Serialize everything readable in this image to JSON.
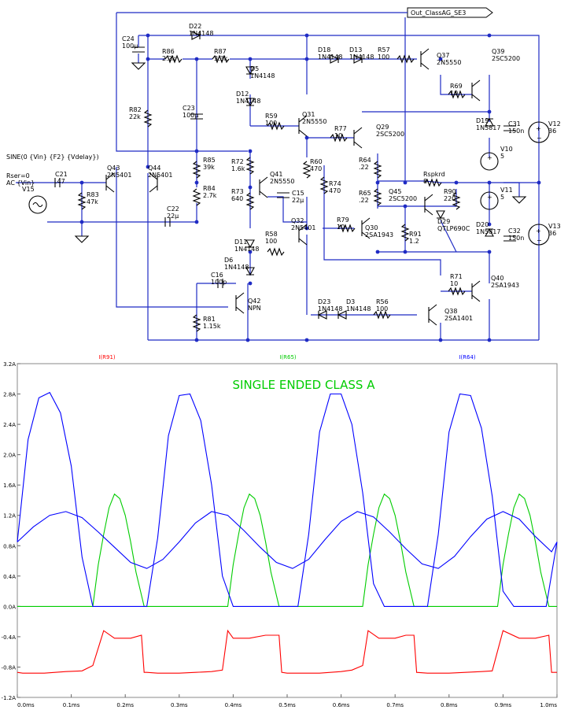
{
  "schematic": {
    "net_label": "Out_ClassAG_SE3",
    "source_expr": "SINE(0 {Vin} {F2} {Vdelay})",
    "source_params": "Rser=0\nAC {Vin}",
    "components": [
      {
        "ref": "C24",
        "value": "100µ"
      },
      {
        "ref": "D22",
        "value": "1N4148"
      },
      {
        "ref": "R86",
        "value": "2.2k"
      },
      {
        "ref": "R87",
        "value": "3.3k"
      },
      {
        "ref": "D5",
        "value": "1N4148"
      },
      {
        "ref": "D12",
        "value": "1N4148"
      },
      {
        "ref": "D18",
        "value": "1N4148"
      },
      {
        "ref": "D13",
        "value": "1N4148"
      },
      {
        "ref": "R57",
        "value": "100"
      },
      {
        "ref": "Q37",
        "value": "2N5550"
      },
      {
        "ref": "Q39",
        "value": "2SC5200"
      },
      {
        "ref": "R69",
        "value": "10"
      },
      {
        "ref": "R82",
        "value": "22k"
      },
      {
        "ref": "C23",
        "value": "100µ"
      },
      {
        "ref": "R59",
        "value": "100"
      },
      {
        "ref": "Q31",
        "value": "2N5550"
      },
      {
        "ref": "R77",
        "value": "10"
      },
      {
        "ref": "Q29",
        "value": "2SC5200"
      },
      {
        "ref": "D19",
        "value": "1N5817"
      },
      {
        "ref": "C31",
        "value": "150n"
      },
      {
        "ref": "V12",
        "value": "36"
      },
      {
        "ref": "V10",
        "value": "5"
      },
      {
        "ref": "R85",
        "value": "39k"
      },
      {
        "ref": "R84",
        "value": "2.7k"
      },
      {
        "ref": "R72",
        "value": "1.6k"
      },
      {
        "ref": "Q41",
        "value": "2N5550"
      },
      {
        "ref": "R73",
        "value": "640"
      },
      {
        "ref": "C15",
        "value": "22µ"
      },
      {
        "ref": "R60",
        "value": "470"
      },
      {
        "ref": "R74",
        "value": "470"
      },
      {
        "ref": "R64",
        "value": ".22"
      },
      {
        "ref": "R65",
        "value": ".22"
      },
      {
        "ref": "Q45",
        "value": "2SC5200"
      },
      {
        "ref": "Rspkrd",
        "value": "8"
      },
      {
        "ref": "R90",
        "value": "220"
      },
      {
        "ref": "V11",
        "value": "5"
      },
      {
        "ref": "V13",
        "value": "36"
      },
      {
        "ref": "V15",
        "value": ""
      },
      {
        "ref": "C21",
        "value": ".47"
      },
      {
        "ref": "R83",
        "value": "47k"
      },
      {
        "ref": "Q43",
        "value": "2N5401"
      },
      {
        "ref": "Q44",
        "value": "2N5401"
      },
      {
        "ref": "C22",
        "value": "22µ"
      },
      {
        "ref": "D11",
        "value": "1N4148"
      },
      {
        "ref": "R58",
        "value": "100"
      },
      {
        "ref": "Q32",
        "value": "2N5401"
      },
      {
        "ref": "D6",
        "value": "1N4148"
      },
      {
        "ref": "R79",
        "value": "10"
      },
      {
        "ref": "Q30",
        "value": "2SA1943"
      },
      {
        "ref": "R91",
        "value": "1.2"
      },
      {
        "ref": "D29",
        "value": "QTLP690C"
      },
      {
        "ref": "D20",
        "value": "1N5817"
      },
      {
        "ref": "C32",
        "value": "150n"
      },
      {
        "ref": "C16",
        "value": "100p"
      },
      {
        "ref": "Q42",
        "value": "NPN"
      },
      {
        "ref": "R81",
        "value": "1.15k"
      },
      {
        "ref": "D23",
        "value": "1N4148"
      },
      {
        "ref": "D3",
        "value": "1N4148"
      },
      {
        "ref": "R56",
        "value": "100"
      },
      {
        "ref": "Q38",
        "value": "2SA1401"
      },
      {
        "ref": "R71",
        "value": "10"
      },
      {
        "ref": "Q40",
        "value": "2SA1943"
      }
    ]
  },
  "chart_data": {
    "type": "line",
    "title": "SINGLE ENDED CLASS A",
    "xlabel": "",
    "ylabel": "",
    "xlim": [
      0.0,
      1.0
    ],
    "ylim": [
      -1.2,
      3.2
    ],
    "x_ticks": [
      "0.0ms",
      "0.1ms",
      "0.2ms",
      "0.3ms",
      "0.4ms",
      "0.5ms",
      "0.6ms",
      "0.7ms",
      "0.8ms",
      "0.9ms",
      "1.0ms"
    ],
    "y_ticks": [
      "3.2A",
      "2.8A",
      "2.4A",
      "2.0A",
      "1.6A",
      "1.2A",
      "0.8A",
      "0.4A",
      "0.0A",
      "-0.4A",
      "-0.8A",
      "-1.2A"
    ],
    "grid": false,
    "legend_placement": "top",
    "series": [
      {
        "name": "I(R91)",
        "color": "#ff0000",
        "x": [
          0.0,
          0.01,
          0.02,
          0.05,
          0.07,
          0.09,
          0.12,
          0.14,
          0.16,
          0.18,
          0.21,
          0.23,
          0.235,
          0.24,
          0.26,
          0.28,
          0.3,
          0.33,
          0.36,
          0.38,
          0.39,
          0.4,
          0.43,
          0.46,
          0.485,
          0.49,
          0.5,
          0.53,
          0.56,
          0.58,
          0.6,
          0.62,
          0.64,
          0.65,
          0.67,
          0.7,
          0.72,
          0.735,
          0.74,
          0.76,
          0.78,
          0.8,
          0.83,
          0.86,
          0.88,
          0.9,
          0.93,
          0.96,
          0.985,
          0.99,
          1.0
        ],
        "y": [
          -0.87,
          -0.88,
          -0.88,
          -0.88,
          -0.87,
          -0.86,
          -0.85,
          -0.78,
          -0.32,
          -0.42,
          -0.42,
          -0.38,
          -0.87,
          -0.87,
          -0.88,
          -0.88,
          -0.88,
          -0.87,
          -0.86,
          -0.84,
          -0.32,
          -0.42,
          -0.42,
          -0.38,
          -0.38,
          -0.87,
          -0.88,
          -0.88,
          -0.88,
          -0.87,
          -0.86,
          -0.84,
          -0.78,
          -0.32,
          -0.42,
          -0.42,
          -0.38,
          -0.38,
          -0.87,
          -0.88,
          -0.88,
          -0.88,
          -0.87,
          -0.86,
          -0.85,
          -0.32,
          -0.42,
          -0.42,
          -0.38,
          -0.87,
          -0.87
        ]
      },
      {
        "name": "I(R65)",
        "color": "#00cc00",
        "x": [
          0.0,
          0.14,
          0.15,
          0.16,
          0.17,
          0.18,
          0.19,
          0.2,
          0.21,
          0.22,
          0.235,
          0.24,
          0.39,
          0.4,
          0.41,
          0.42,
          0.43,
          0.44,
          0.45,
          0.46,
          0.47,
          0.485,
          0.49,
          0.64,
          0.65,
          0.66,
          0.67,
          0.68,
          0.69,
          0.7,
          0.71,
          0.72,
          0.735,
          0.74,
          0.89,
          0.9,
          0.91,
          0.92,
          0.93,
          0.94,
          0.95,
          0.96,
          0.97,
          0.985,
          0.99,
          1.0
        ],
        "y": [
          0.0,
          0.0,
          0.55,
          0.95,
          1.3,
          1.48,
          1.42,
          1.2,
          0.85,
          0.45,
          0.0,
          0.0,
          0.0,
          0.55,
          0.95,
          1.3,
          1.48,
          1.42,
          1.2,
          0.85,
          0.45,
          0.0,
          0.0,
          0.0,
          0.55,
          0.95,
          1.3,
          1.48,
          1.42,
          1.2,
          0.85,
          0.45,
          0.0,
          0.0,
          0.0,
          0.55,
          0.95,
          1.3,
          1.48,
          1.42,
          1.2,
          0.85,
          0.45,
          0.0,
          0.0,
          0.0
        ]
      },
      {
        "name": "I(R64)",
        "color": "#0000ff",
        "x": [
          0.0,
          0.02,
          0.04,
          0.06,
          0.08,
          0.1,
          0.12,
          0.14,
          0.16,
          0.18,
          0.2,
          0.22,
          0.24,
          0.26,
          0.28,
          0.3,
          0.32,
          0.34,
          0.36,
          0.38,
          0.4,
          0.42,
          0.44,
          0.46,
          0.48,
          0.5,
          0.52,
          0.54,
          0.56,
          0.58,
          0.6,
          0.62,
          0.64,
          0.66,
          0.68,
          0.7,
          0.72,
          0.74,
          0.76,
          0.78,
          0.8,
          0.82,
          0.84,
          0.86,
          0.88,
          0.9,
          0.92,
          0.94,
          0.96,
          0.98,
          1.0
        ],
        "y": [
          0.85,
          2.2,
          2.75,
          2.82,
          2.55,
          1.85,
          0.65,
          0.0,
          0.0,
          0.0,
          0.0,
          0.0,
          0.0,
          0.9,
          2.25,
          2.78,
          2.8,
          2.45,
          1.6,
          0.4,
          0.0,
          0.0,
          0.0,
          0.0,
          0.0,
          0.0,
          0.0,
          0.95,
          2.3,
          2.8,
          2.8,
          2.4,
          1.5,
          0.3,
          0.0,
          0.0,
          0.0,
          0.0,
          0.0,
          0.95,
          2.3,
          2.8,
          2.78,
          2.35,
          1.45,
          0.2,
          0.0,
          0.0,
          0.0,
          0.0,
          0.85
        ]
      },
      {
        "name": "I(R64)",
        "color": "#0000ff",
        "x": [
          0.0,
          0.03,
          0.06,
          0.09,
          0.12,
          0.15,
          0.18,
          0.21,
          0.24,
          0.27,
          0.3,
          0.33,
          0.36,
          0.39,
          0.42,
          0.45,
          0.48,
          0.51,
          0.54,
          0.57,
          0.6,
          0.63,
          0.66,
          0.69,
          0.72,
          0.75,
          0.78,
          0.81,
          0.84,
          0.87,
          0.9,
          0.93,
          0.96,
          0.99,
          1.0
        ],
        "y": [
          0.85,
          1.05,
          1.2,
          1.25,
          1.17,
          0.98,
          0.78,
          0.58,
          0.5,
          0.62,
          0.85,
          1.1,
          1.25,
          1.2,
          1.0,
          0.78,
          0.58,
          0.5,
          0.62,
          0.88,
          1.12,
          1.25,
          1.18,
          0.98,
          0.76,
          0.56,
          0.5,
          0.66,
          0.92,
          1.15,
          1.25,
          1.15,
          0.92,
          0.72,
          0.85
        ]
      }
    ]
  }
}
